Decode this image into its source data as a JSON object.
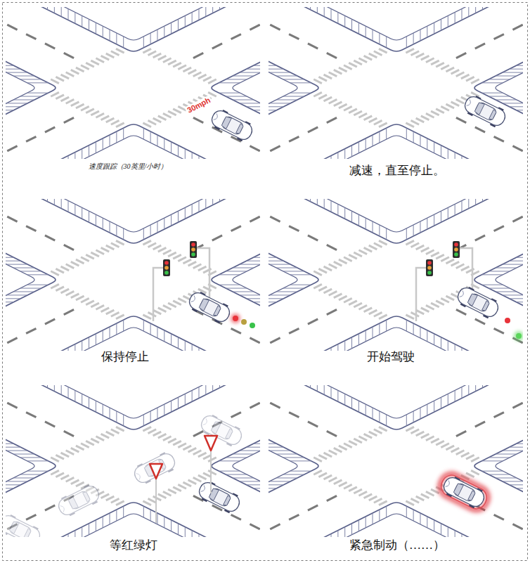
{
  "diagram": {
    "labels": [
      "30mph",
      "速度跟踪（30英里/小时）",
      "减速，直至停止。",
      "保持停止",
      "开始驾驶",
      "等红绿灯",
      "紧急制动（……）"
    ]
  }
}
